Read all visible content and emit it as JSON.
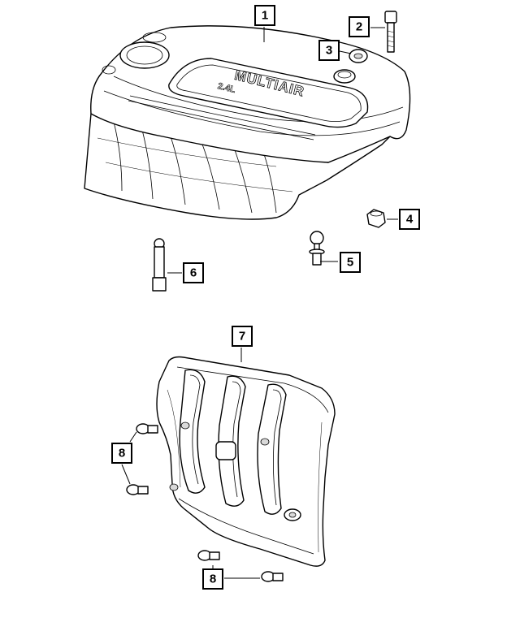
{
  "callouts": {
    "c1": "1",
    "c2": "2",
    "c3": "3",
    "c4": "4",
    "c5": "5",
    "c6": "6",
    "c7": "7",
    "c8a": "8",
    "c8b": "8"
  },
  "engine_cover_logo": {
    "brand": "MULTIAIR",
    "displacement": "2.4L"
  }
}
